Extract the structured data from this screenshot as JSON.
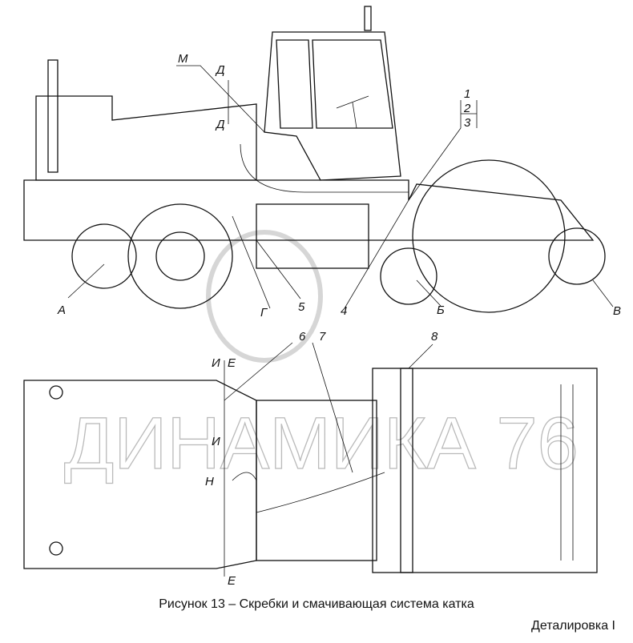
{
  "figure": {
    "caption": "Рисунок 13 – Скребки и смачивающая система катка",
    "section": "Деталировка   I",
    "watermark": "ДИНАМИКА 76",
    "labels": {
      "M": "М",
      "D1": "Д",
      "D2": "Д",
      "n1": "1",
      "n2": "2",
      "n3": "3",
      "A": "А",
      "G": "Г",
      "n5": "5",
      "n4": "4",
      "B": "Б",
      "V": "В",
      "n6": "6",
      "n7": "7",
      "n8": "8",
      "I1": "И",
      "E1": "Е",
      "I2": "И",
      "N": "Н",
      "E2": "Е"
    }
  }
}
